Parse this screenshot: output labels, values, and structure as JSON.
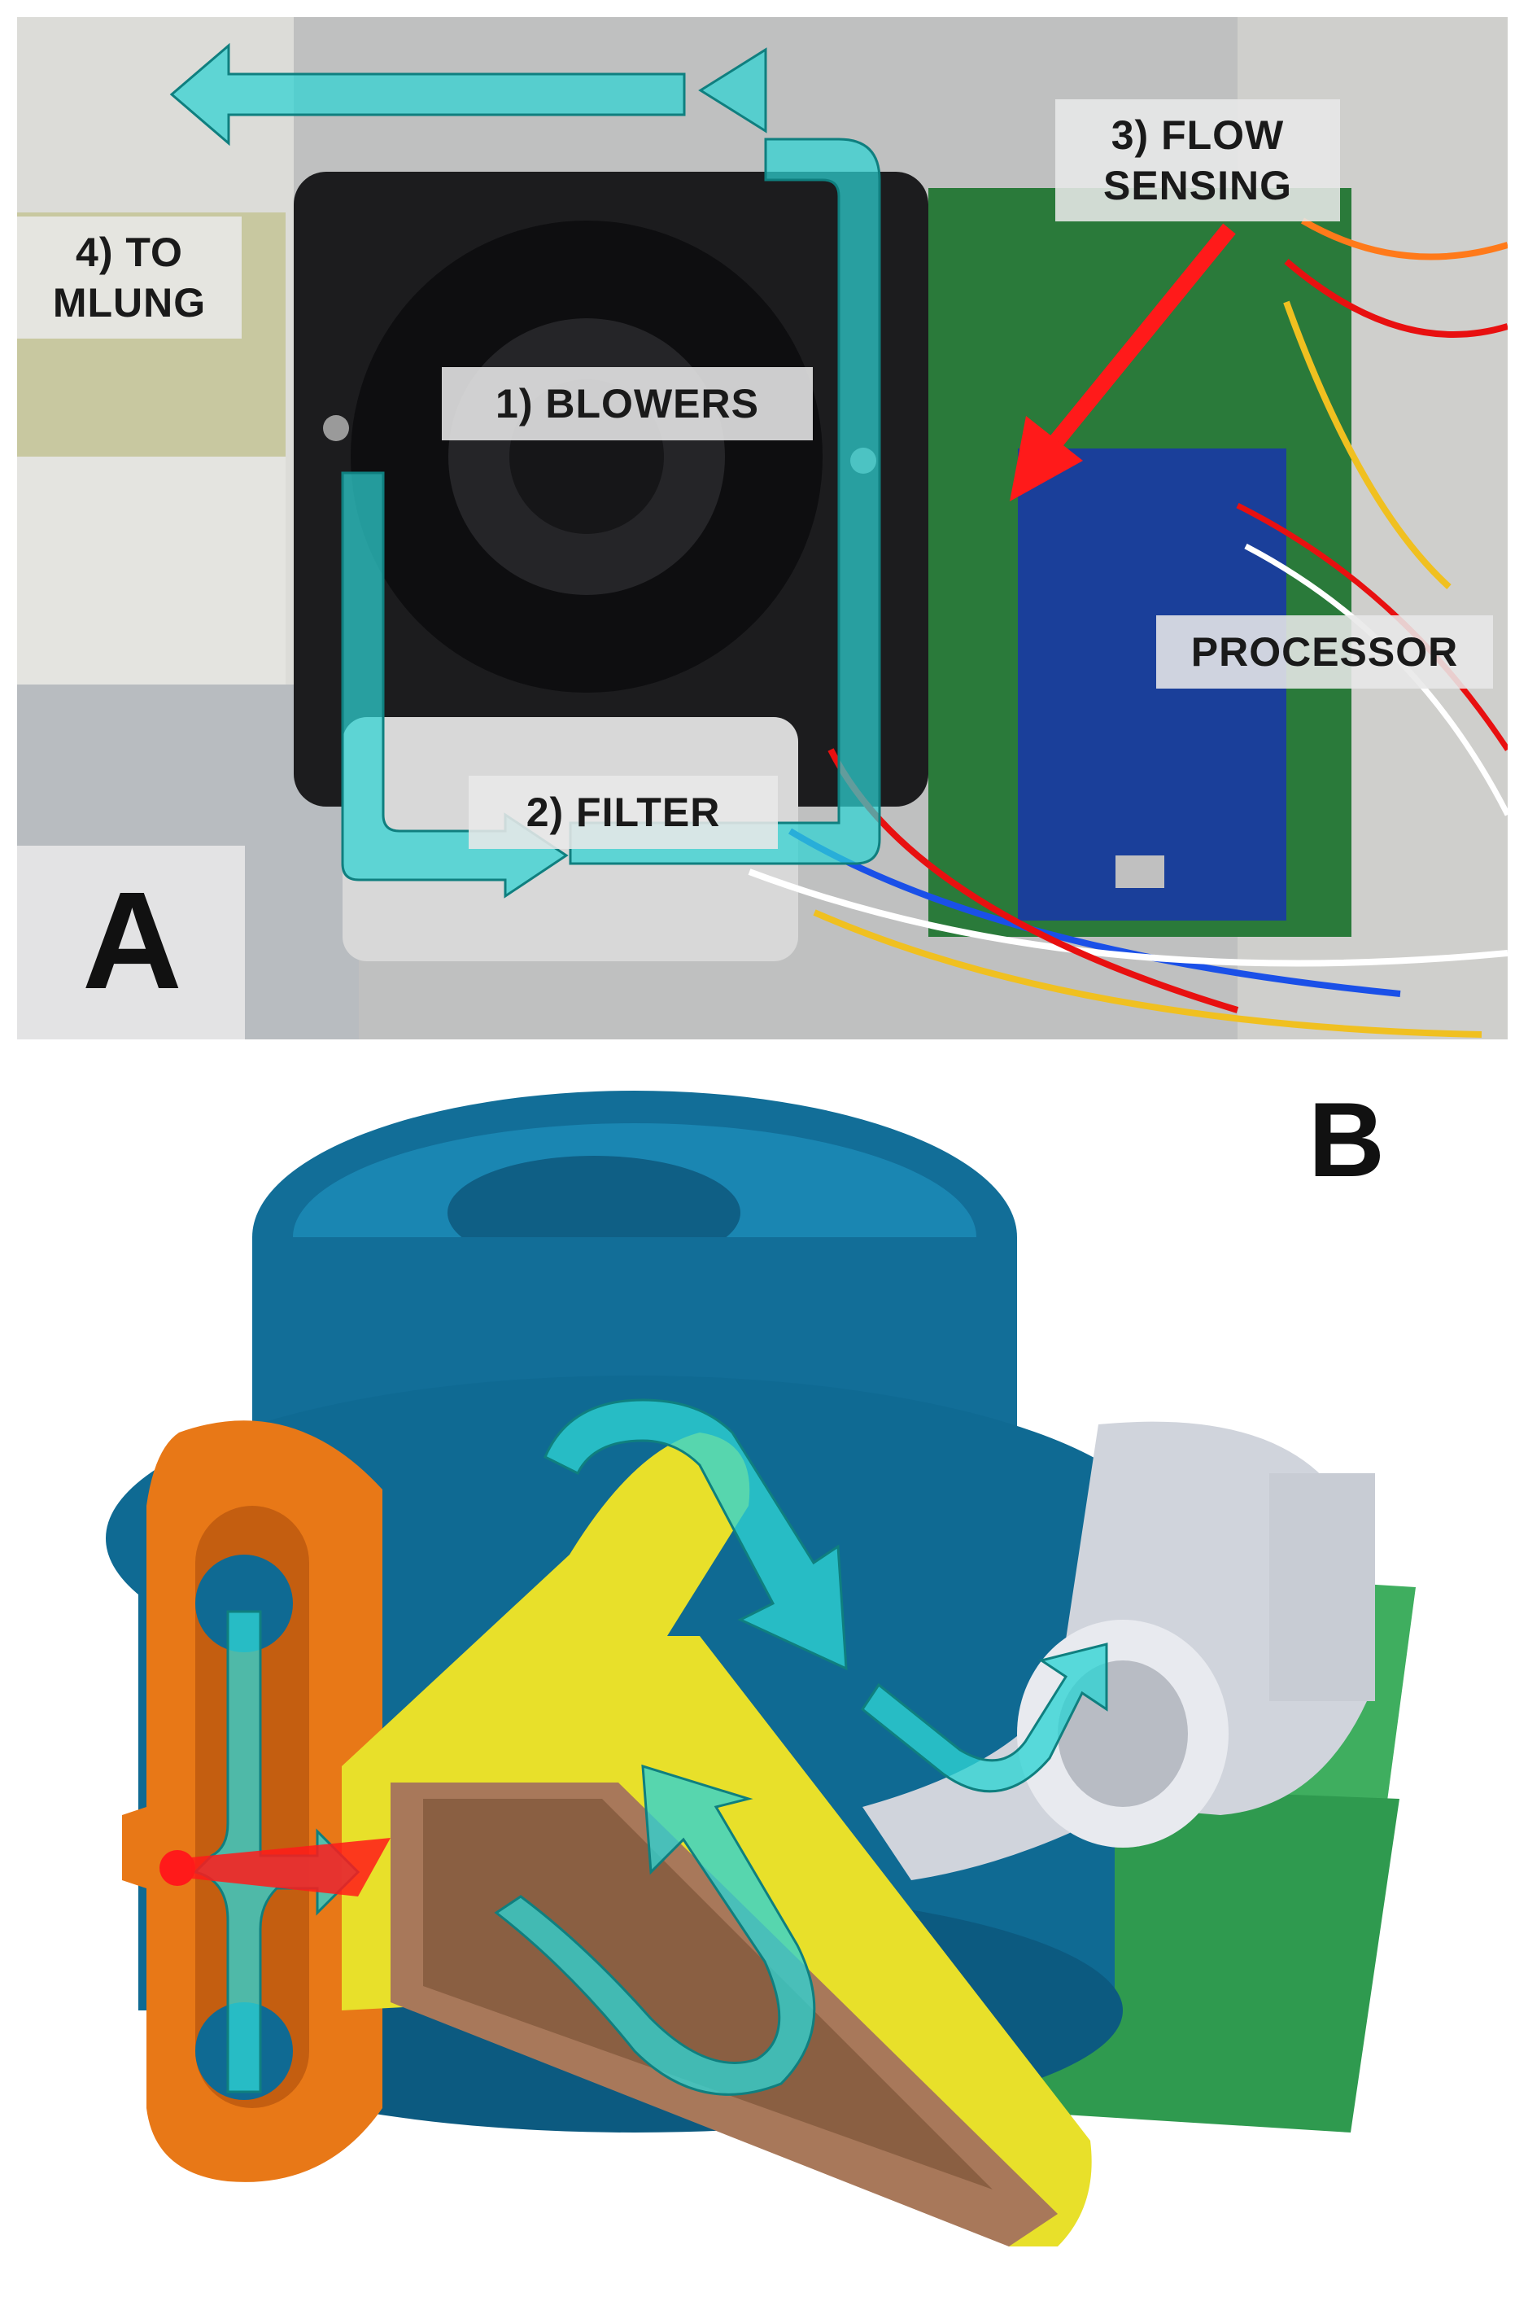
{
  "panel_a": {
    "letter": "A",
    "labels": {
      "to_mlung": "4) TO\nMLUNG",
      "flow_sensing": "3) FLOW\nSENSING",
      "blowers": "1) BLOWERS",
      "processor": "PROCESSOR",
      "filter": "2) FILTER"
    }
  },
  "panel_b": {
    "letter": "B"
  },
  "colors": {
    "flow_arrow": "#2ed3d3",
    "sensing_arrow": "#ff1a1a",
    "blower_blue": "#0f6a93",
    "orange_part": "#e87817",
    "yellow_part": "#e8e02a",
    "brown_part": "#a8785a",
    "grey_part": "#d0d4dc",
    "pcb_green": "#3fae5f"
  }
}
